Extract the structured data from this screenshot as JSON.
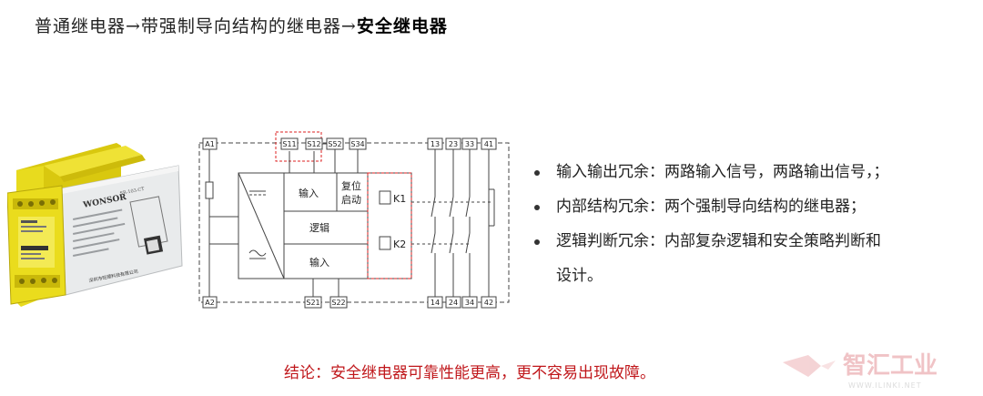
{
  "title": {
    "normal": "普通继电器→带强制导向结构的继电器→",
    "bold": "安全继电器"
  },
  "diagram": {
    "terminals_top": [
      "A1",
      "S11",
      "S12",
      "S52",
      "S34",
      "13",
      "23",
      "33",
      "41"
    ],
    "terminals_bottom": [
      "A2",
      "S21",
      "S22",
      "14",
      "24",
      "34",
      "42"
    ],
    "blocks": {
      "input_top": "输入",
      "reset_line1": "复位",
      "reset_line2": "启动",
      "logic": "逻辑",
      "input_bottom": "输入",
      "k1": "K1",
      "k2": "K2"
    }
  },
  "device": {
    "brand": "WONSOR",
    "model": "SR-103-CT",
    "company": "深圳市旺顺科技有限公司"
  },
  "bullets": [
    "输入输出冗余：两路输入信号，两路输出信号，；",
    "内部结构冗余：两个强制导向结构的继电器；",
    "逻辑判断冗余：内部复杂逻辑和安全策略判断和",
    "设计。"
  ],
  "conclusion": "结论：安全继电器可靠性能更高，更不容易出现故障。",
  "logo": {
    "text": "智汇工业",
    "url": "WWW.ILINKI.NET"
  },
  "colors": {
    "accent_red": "#c0171b",
    "device_yellow": "#e6d91a"
  }
}
